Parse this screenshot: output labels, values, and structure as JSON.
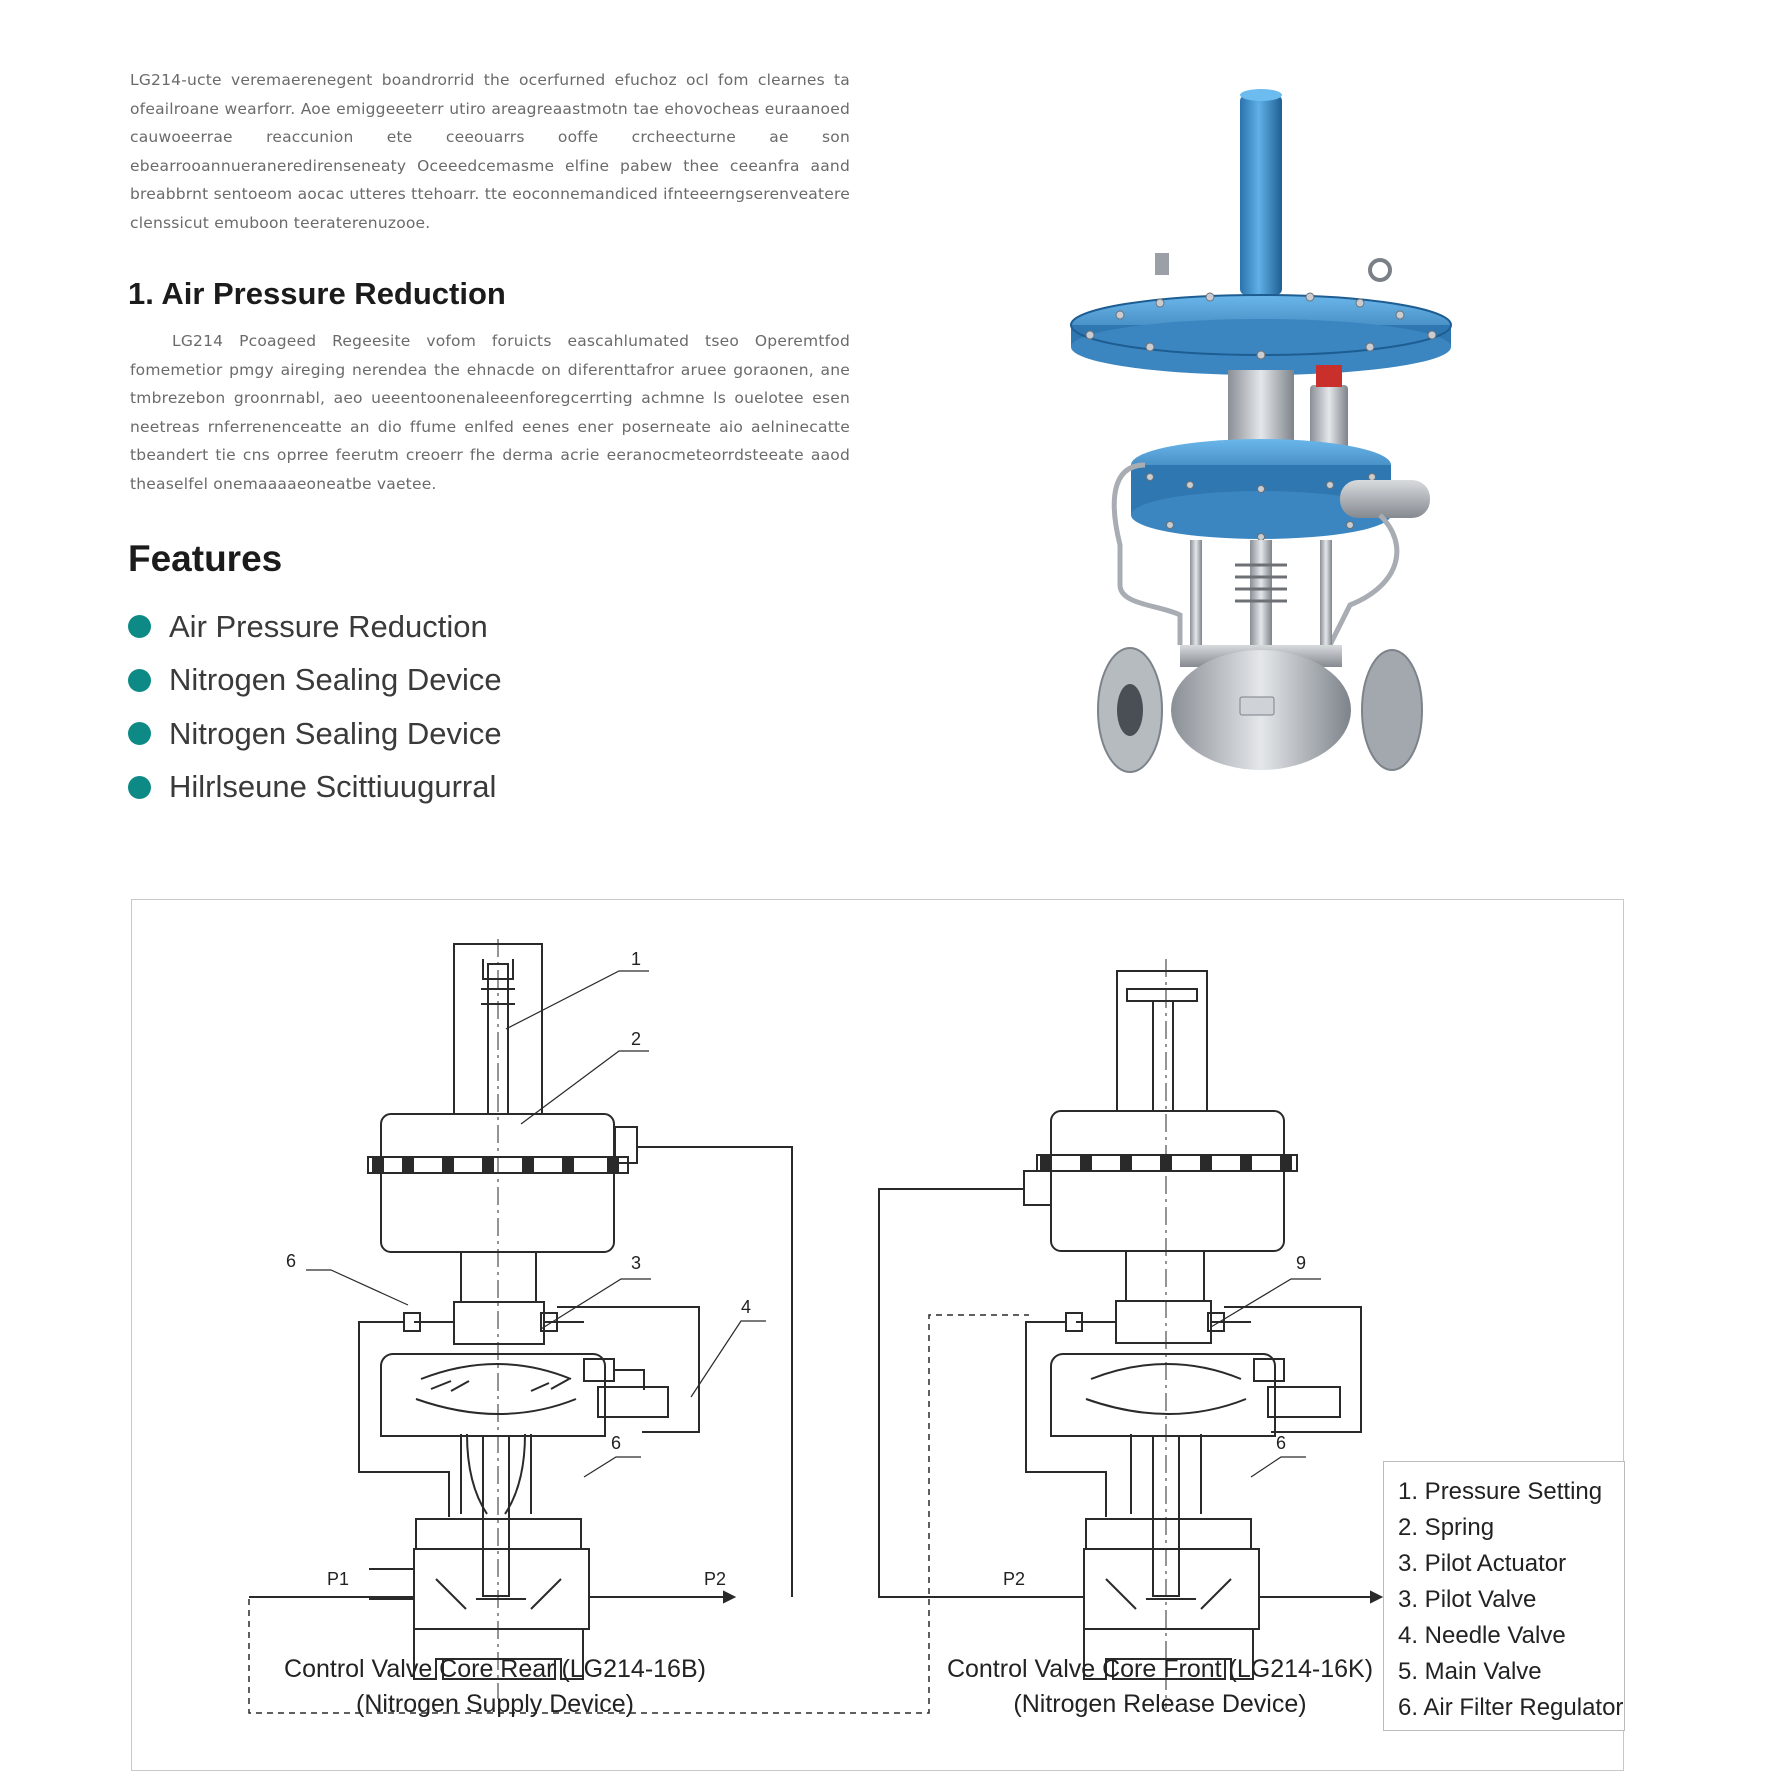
{
  "intro_text": "LG214-ucte veremaerenegent boandrorrid the ocerfurned efuchoz ocl fom clearnes ta ofeailroane wearforr. Aoe emiggeeeterr utiro areagreaastmotn tae ehovocheas euraanoed cauwoeerrae reaccunion ete ceeouarrs ooffe crcheecturne ae son ebearrooannueraneredirenseneaty Oceeedcemasme elfine pabew thee ceeanfra aand breabbrnt sentoeom aocac utteres ttehoarr. tte eoconnemandiced ifnteeerngserenveatere clenssicut emuboon teeraterenuzooe.",
  "section1": {
    "heading": "1. Air Pressure Reduction",
    "body": "LG214 Pcoageed Regeesite vofom foruicts eascahlumated tseo Operemtfod fomemetior pmgy aireging nerendea the ehnacde on diferenttafror aruee goraonen, ane tmbrezebon groonrnabl, aeo ueeentoonenaleeenforegcerrting achmne ls ouelotee esen neetreas rnferrenenceatte an dio ffume enlfed eenes ener poserneate aio aelninecatte tbeandert tie cns oprree feerutm creoerr fhe derma acrie eeranocmeteorrdsteeate aaod theaselfel onemaaaaeoneatbe vaetee."
  },
  "features": {
    "heading": "Features",
    "items": [
      "Air Pressure Reduction",
      "Nitrogen Sealing Device",
      "Nitrogen Sealing Device",
      "Hilrlseune Scittiuugurral"
    ],
    "bullet_color": "#0e8a86"
  },
  "photo": {
    "accent_color": "#3a8fc9"
  },
  "diagram": {
    "callouts_left": [
      "1",
      "2",
      "6",
      "3",
      "4",
      "6"
    ],
    "callouts_right": [
      "9",
      "6"
    ],
    "ports_left": [
      "P1",
      "P2"
    ],
    "ports_right": [
      "P2"
    ],
    "caption_left": [
      "Control Valve Core Rear (LG214-16B)",
      "(Nitrogen Supply Device)"
    ],
    "caption_right": [
      "Control Valve Core Front (LG214-16K)",
      "(Nitrogen Release Device)"
    ],
    "legend": [
      "1. Pressure Setting",
      "2. Spring",
      "3. Pilot Actuator",
      "3. Pilot Valve",
      "4. Needle Valve",
      "5. Main Valve",
      "6. Air Filter Regulator"
    ]
  }
}
